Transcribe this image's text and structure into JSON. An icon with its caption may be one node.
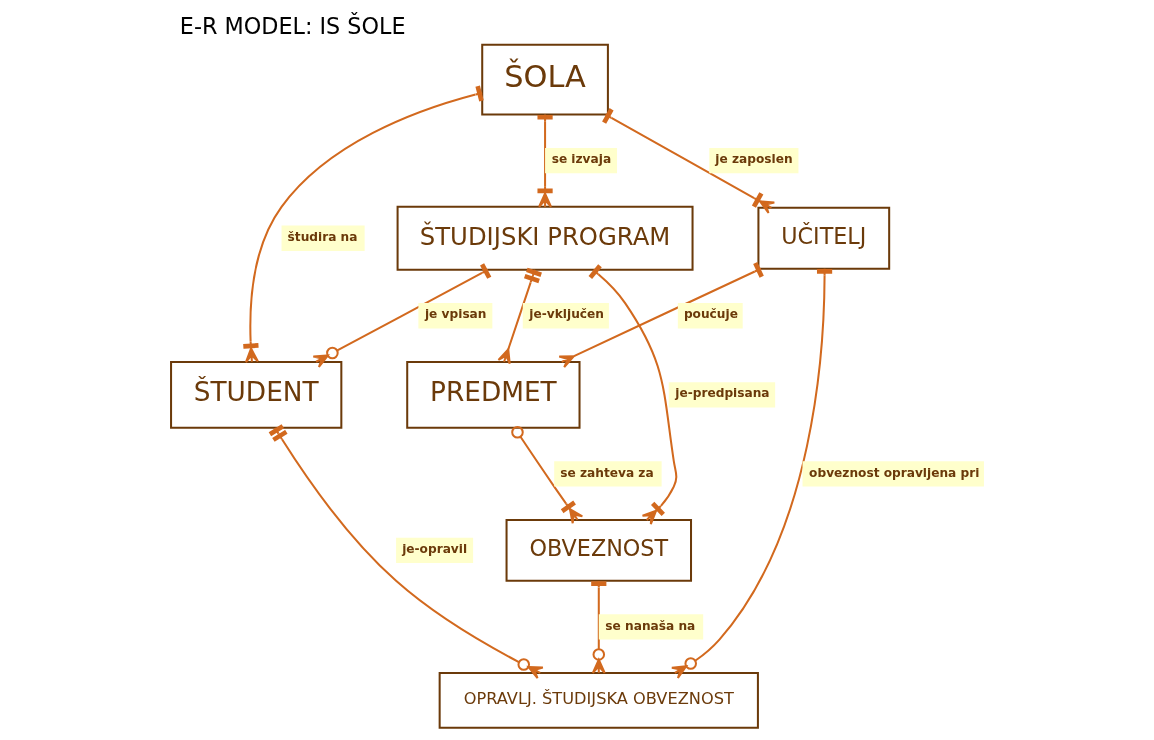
{
  "diagram": {
    "title": "E-R MODEL: IS ŠOLE",
    "nodes": [
      {
        "text": [
          "ŠOLA"
        ]
      },
      {
        "text": [
          "ŠTUDENT"
        ]
      },
      {
        "text": [
          "ŠTUDIJSKI PROGRAM"
        ]
      },
      {
        "text": [
          "UČITELJ"
        ]
      },
      {
        "text": [
          "PREDMET"
        ]
      },
      {
        "text": [
          "OPRAVLJ. ŠTUDIJSKA OBVEZNOST"
        ]
      },
      {
        "text": [
          "OBVEZNOST"
        ]
      }
    ],
    "edges": [
      {
        "from": 0,
        "to": 1,
        "arrow": "other",
        "label": "študira na"
      },
      {
        "from": 0,
        "to": 2,
        "arrow": "other",
        "label": "se izvaja"
      },
      {
        "from": 0,
        "to": 3,
        "arrow": "other",
        "label": "je zaposlen"
      },
      {
        "from": 2,
        "to": 1,
        "arrow": "other",
        "label": "je vpisan"
      },
      {
        "from": 2,
        "to": 4,
        "arrow": "other",
        "label": "je-vključen"
      },
      {
        "from": 2,
        "to": 6,
        "arrow": "other",
        "label": "je-predpisana"
      },
      {
        "from": 4,
        "to": 6,
        "arrow": "other",
        "label": "se zahteva za"
      },
      {
        "from": 3,
        "to": 4,
        "arrow": "other",
        "label": "poučuje"
      },
      {
        "from": 1,
        "to": 5,
        "arrow": "other",
        "label": "je-opravil"
      },
      {
        "from": 6,
        "to": 5,
        "arrow": "other",
        "label": "se nanaša na"
      },
      {
        "from": 3,
        "to": 5,
        "arrow": "other",
        "label": "obveznost opravljena pri"
      }
    ]
  }
}
